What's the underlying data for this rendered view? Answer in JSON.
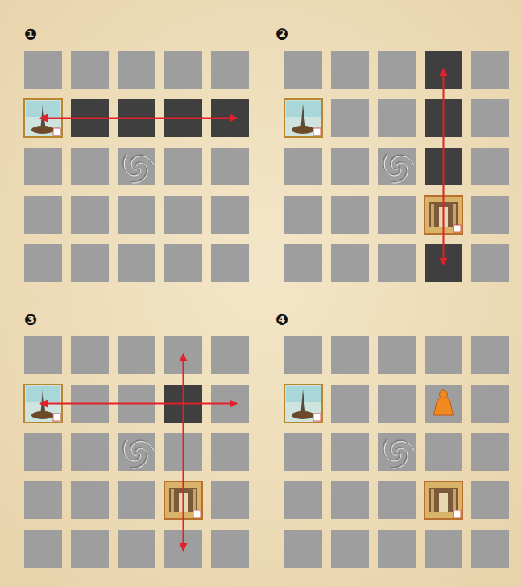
{
  "diagram": {
    "labels": [
      "❶",
      "❷",
      "❸",
      "❹"
    ]
  }
}
